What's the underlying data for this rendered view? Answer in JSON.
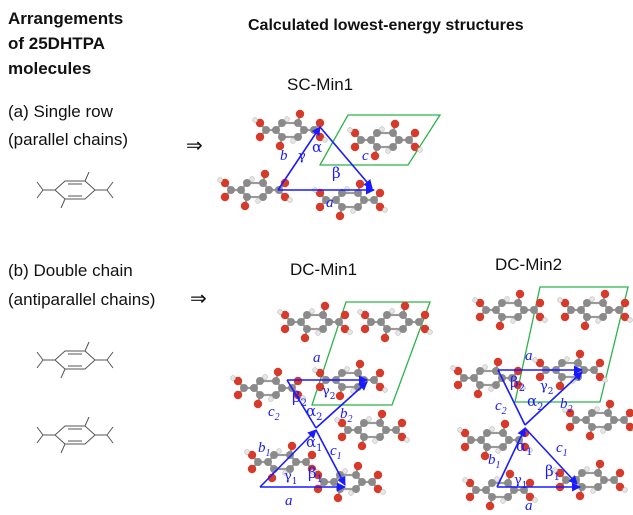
{
  "headings": {
    "left_line1": "Arrangements",
    "left_line2": "of 25DHTPA",
    "left_line3": "molecules",
    "right": "Calculated lowest-energy structures"
  },
  "row_a": {
    "line1": "(a) Single row",
    "line2": "(parallel chains)",
    "arrow": "⇒",
    "structure_title": "SC-Min1",
    "labels": {
      "a": "a",
      "b": "b",
      "c": "c",
      "alpha": "α",
      "beta": "β",
      "gamma": "γ"
    }
  },
  "row_b": {
    "line1": "(b) Double chain",
    "line2": "(antiparallel chains)",
    "arrow": "⇒",
    "structure1_title": "DC-Min1",
    "structure2_title": "DC-Min2",
    "labels": {
      "a": "a",
      "b1": "b",
      "b1_sub": "1",
      "b2": "b",
      "b2_sub": "2",
      "c1": "c",
      "c1_sub": "1",
      "c2": "c",
      "c2_sub": "2",
      "alpha1": "α",
      "alpha1_sub": "1",
      "alpha2": "α",
      "alpha2_sub": "2",
      "beta1": "β",
      "beta1_sub": "1",
      "beta2": "β",
      "beta2_sub": "2",
      "gamma1": "γ",
      "gamma1_sub": "1",
      "gamma2": "γ",
      "gamma2_sub": "2"
    }
  },
  "colors": {
    "vector": "#1a1aff",
    "cell": "#2db34a",
    "oxygen": "#d63a2a",
    "carbon": "#8a8a8a",
    "hydrogen": "#e6e6e6"
  }
}
